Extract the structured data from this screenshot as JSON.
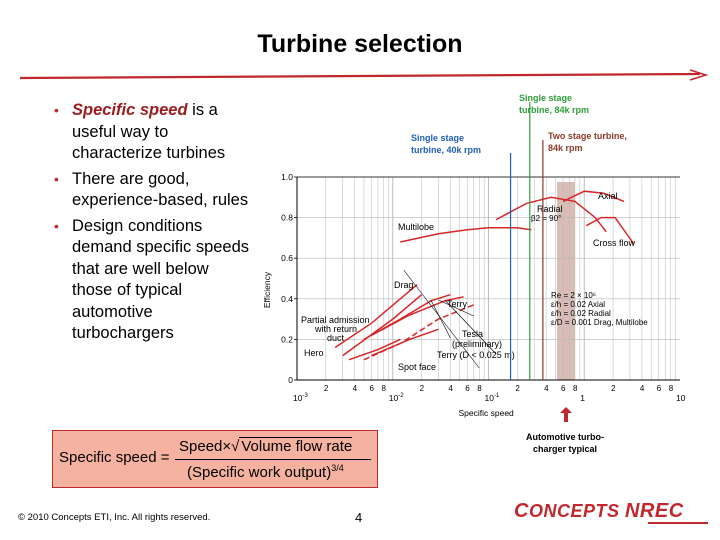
{
  "slide": {
    "title": "Turbine selection",
    "bullets": [
      {
        "emphasis": "Specific speed",
        "text": " is a useful way to characterize turbines"
      },
      {
        "emphasis": "",
        "text": "There are good, experience-based, rules"
      },
      {
        "emphasis": "",
        "text": "Design conditions demand specific speeds that are well below those of typical automotive turbochargers"
      }
    ],
    "bullet_char": "•",
    "formula": {
      "lhs": "Specific speed",
      "equals": "=",
      "num_a": "Speed",
      "times": "×",
      "root": "√",
      "num_b": "Volume flow rate",
      "den_a": "(Specific work output)",
      "den_exp": "3/4"
    },
    "footer_copyright": "© 2010 Concepts ETI, Inc. All rights reserved.",
    "page_number": "4",
    "logo": {
      "word1_cap": "C",
      "word1_rest": "ONCEPTS",
      "word2": "NREC"
    },
    "colors": {
      "accent": "#c0282d",
      "formula_fill": "#f6b2a1",
      "blue": "#1f5fb8",
      "green": "#2e9e3a",
      "brown": "#8b3a2a",
      "band": "#d9bcb6"
    }
  },
  "chart_data": {
    "type": "line",
    "xlabel": "Specific speed",
    "ylabel": "Efficiency",
    "x_scale": "log",
    "xlim": [
      0.001,
      10
    ],
    "ylim": [
      0,
      1.0
    ],
    "grid": true,
    "y_ticks": [
      "0",
      "0.2",
      "0.4",
      "0.6",
      "0.8",
      "1.0"
    ],
    "x_decade_labels": [
      {
        "base": "10",
        "exp": "-3",
        "x": 0.001
      },
      {
        "base": "10",
        "exp": "-2",
        "x": 0.01
      },
      {
        "base": "10",
        "exp": "-1",
        "x": 0.1
      },
      {
        "base": "1",
        "exp": "",
        "x": 1
      },
      {
        "base": "10",
        "exp": "",
        "x": 10
      }
    ],
    "x_minor_labels": [
      "2",
      "4",
      "6",
      "8"
    ],
    "series": [
      {
        "name": "Axial",
        "points": [
          [
            0.6,
            0.88
          ],
          [
            1.0,
            0.93
          ],
          [
            1.6,
            0.92
          ],
          [
            2.6,
            0.88
          ]
        ]
      },
      {
        "name": "Radial β2 = 90°",
        "points": [
          [
            0.12,
            0.79
          ],
          [
            0.25,
            0.87
          ],
          [
            0.45,
            0.9
          ],
          [
            0.8,
            0.88
          ],
          [
            1.3,
            0.8
          ],
          [
            1.7,
            0.73
          ]
        ]
      },
      {
        "name": "Cross flow",
        "points": [
          [
            1.05,
            0.76
          ],
          [
            1.5,
            0.8
          ],
          [
            2.1,
            0.8
          ],
          [
            3.3,
            0.67
          ]
        ]
      },
      {
        "name": "Multilobe",
        "points": [
          [
            0.012,
            0.68
          ],
          [
            0.03,
            0.72
          ],
          [
            0.06,
            0.74
          ],
          [
            0.1,
            0.75
          ],
          [
            0.2,
            0.75
          ],
          [
            0.28,
            0.74
          ]
        ]
      },
      {
        "name": "Drag",
        "points": [
          [
            0.0025,
            0.16
          ],
          [
            0.006,
            0.28
          ],
          [
            0.012,
            0.4
          ],
          [
            0.018,
            0.47
          ]
        ]
      },
      {
        "name": "Drag",
        "points": [
          [
            0.003,
            0.12
          ],
          [
            0.01,
            0.3
          ],
          [
            0.02,
            0.42
          ]
        ]
      },
      {
        "name": "Partial admission with return duct",
        "points": [
          [
            0.005,
            0.2
          ],
          [
            0.012,
            0.3
          ],
          [
            0.025,
            0.39
          ],
          [
            0.04,
            0.42
          ]
        ]
      },
      {
        "name": "Terry",
        "points": [
          [
            0.006,
            0.22
          ],
          [
            0.015,
            0.32
          ],
          [
            0.035,
            0.39
          ],
          [
            0.055,
            0.41
          ]
        ]
      },
      {
        "name": "Tesla (preliminary)",
        "dashed": true,
        "points": [
          [
            0.005,
            0.1
          ],
          [
            0.012,
            0.18
          ],
          [
            0.03,
            0.3
          ],
          [
            0.07,
            0.37
          ]
        ]
      },
      {
        "name": "Hero",
        "points": [
          [
            0.0035,
            0.1
          ],
          [
            0.007,
            0.15
          ],
          [
            0.012,
            0.2
          ]
        ]
      },
      {
        "name": "Spot face",
        "points": [
          [
            0.006,
            0.12
          ],
          [
            0.015,
            0.2
          ],
          [
            0.03,
            0.25
          ]
        ]
      }
    ],
    "annotations": {
      "axial": "Axial",
      "radial": "Radial",
      "radial_beta": "β2 = 90°",
      "cross_flow": "Cross flow",
      "multilobe": "Multilobe",
      "drag": "Drag",
      "partial1": "Partial admission",
      "partial2": "with return",
      "partial3": "duct",
      "terry": "Terry",
      "tesla1": "Tesla",
      "tesla2": "(preliminary)",
      "terry_d": "Terry (D < 0.025 m)",
      "hero": "Hero",
      "spot_face": "Spot face",
      "conditions": [
        "Re = 2 × 10⁶",
        "ε/h = 0.02 Axial",
        "ε/h = 0.02 Radial",
        "ε/D = 0.001 Drag, Multilobe"
      ]
    },
    "markers": [
      {
        "label1": "Single stage",
        "label2": "turbine, 40k rpm",
        "x": 0.17,
        "color": "#1f5fb8"
      },
      {
        "label1": "Single stage",
        "label2": "turbine, 84k rpm",
        "x": 0.27,
        "color": "#2e9e3a"
      },
      {
        "label1": "Two stage turbine,",
        "label2": "84k rpm",
        "x": 0.37,
        "color": "#8b3a2a"
      }
    ],
    "band": {
      "x_range": [
        0.52,
        0.8
      ],
      "label1": "Automotive turbo-",
      "label2": "charger typical"
    }
  }
}
